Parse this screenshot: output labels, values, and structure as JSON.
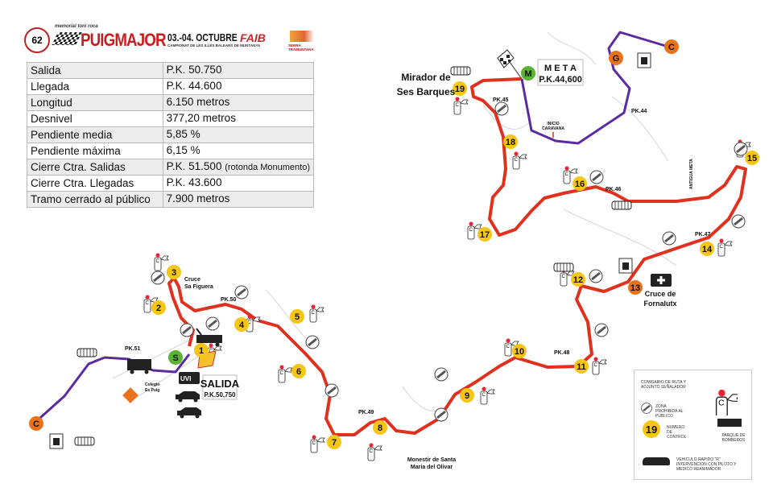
{
  "header": {
    "edition": "62",
    "memorial": "memorial toni roca",
    "title": "PUIGMAJOR",
    "dates": "03.-04. OCTUBRE",
    "championship": "CAMPIONAT DE LES ILLES BALEARS DE MUNTANYA",
    "federation": "FAIB",
    "sponsor": "SERRA TRAMUNTANA"
  },
  "info_table": [
    {
      "label": "Salida",
      "value": "P.K. 50.750",
      "note": ""
    },
    {
      "label": "Llegada",
      "value": "P.K. 44.600",
      "note": ""
    },
    {
      "label": "Longitud",
      "value": "6.150 metros",
      "note": ""
    },
    {
      "label": "Desnivel",
      "value": "377,20 metros",
      "note": ""
    },
    {
      "label": "Pendiente media",
      "value": "5,85 %",
      "note": ""
    },
    {
      "label": "Pendiente máxima",
      "value": "6,15 %",
      "note": ""
    },
    {
      "label": "Cierre Ctra. Salidas",
      "value": "P.K. 51.500",
      "note": "(rotonda Monumento)"
    },
    {
      "label": "Cierre Ctra. Llegadas",
      "value": "P.K. 43.600",
      "note": ""
    },
    {
      "label": "Tramo cerrado al público",
      "value": "7.900 metros",
      "note": ""
    }
  ],
  "map": {
    "colors": {
      "route": "#e0301e",
      "neutral": "#5a2ca0",
      "control": "#f5c518",
      "orange": "#e8731c",
      "green": "#5bb431"
    },
    "controls": [
      "1",
      "2",
      "3",
      "4",
      "5",
      "6",
      "7",
      "8",
      "9",
      "10",
      "11",
      "12",
      "13",
      "14",
      "15",
      "16",
      "17",
      "18",
      "19"
    ],
    "markers": {
      "start": "S",
      "finish": "M",
      "gathering": "G",
      "closure_top": "C",
      "closure_bottom": "C"
    },
    "labels": {
      "mirador": [
        "Mirador de",
        "Ses Barques"
      ],
      "meta": "M E T A",
      "meta_pk": "P.K.44,600",
      "inicio_caravana": [
        "INICIO",
        "CARAVANA"
      ],
      "cruce_figuera": [
        "Cruce",
        "Sa Figuera"
      ],
      "cruce_fornalutx": [
        "Cruce de",
        "Fornalutx"
      ],
      "salida": "SALIDA",
      "salida_pk": "P.K.50,750",
      "colegio": [
        "Colegio",
        "Es Puig"
      ],
      "monestir": [
        "Monestir de Santa",
        "Maria del Olivar"
      ],
      "antigua_meta": "ANTIGUA META",
      "uvi": "UVI"
    },
    "pk_labels": [
      "PK.44",
      "PK.45",
      "PK.46",
      "PK.47",
      "PK.48",
      "PK.49",
      "PK.50",
      "PK.51"
    ]
  },
  "legend": {
    "marshal": "COMISARIO DE RUTA Y ADJUNTO SEÑALADOR",
    "prohibited": "ZONA PROHIBIDA AL PUBLICO",
    "control_example": "19",
    "control": "NUMERO DE CONTROL",
    "fire": "PARQUE DE BOMBEROS",
    "vehicle": "VEHICULO RAPIDO \"R\" INTERVENCION CON PILOTO Y MEDICO REANIMADOR"
  }
}
